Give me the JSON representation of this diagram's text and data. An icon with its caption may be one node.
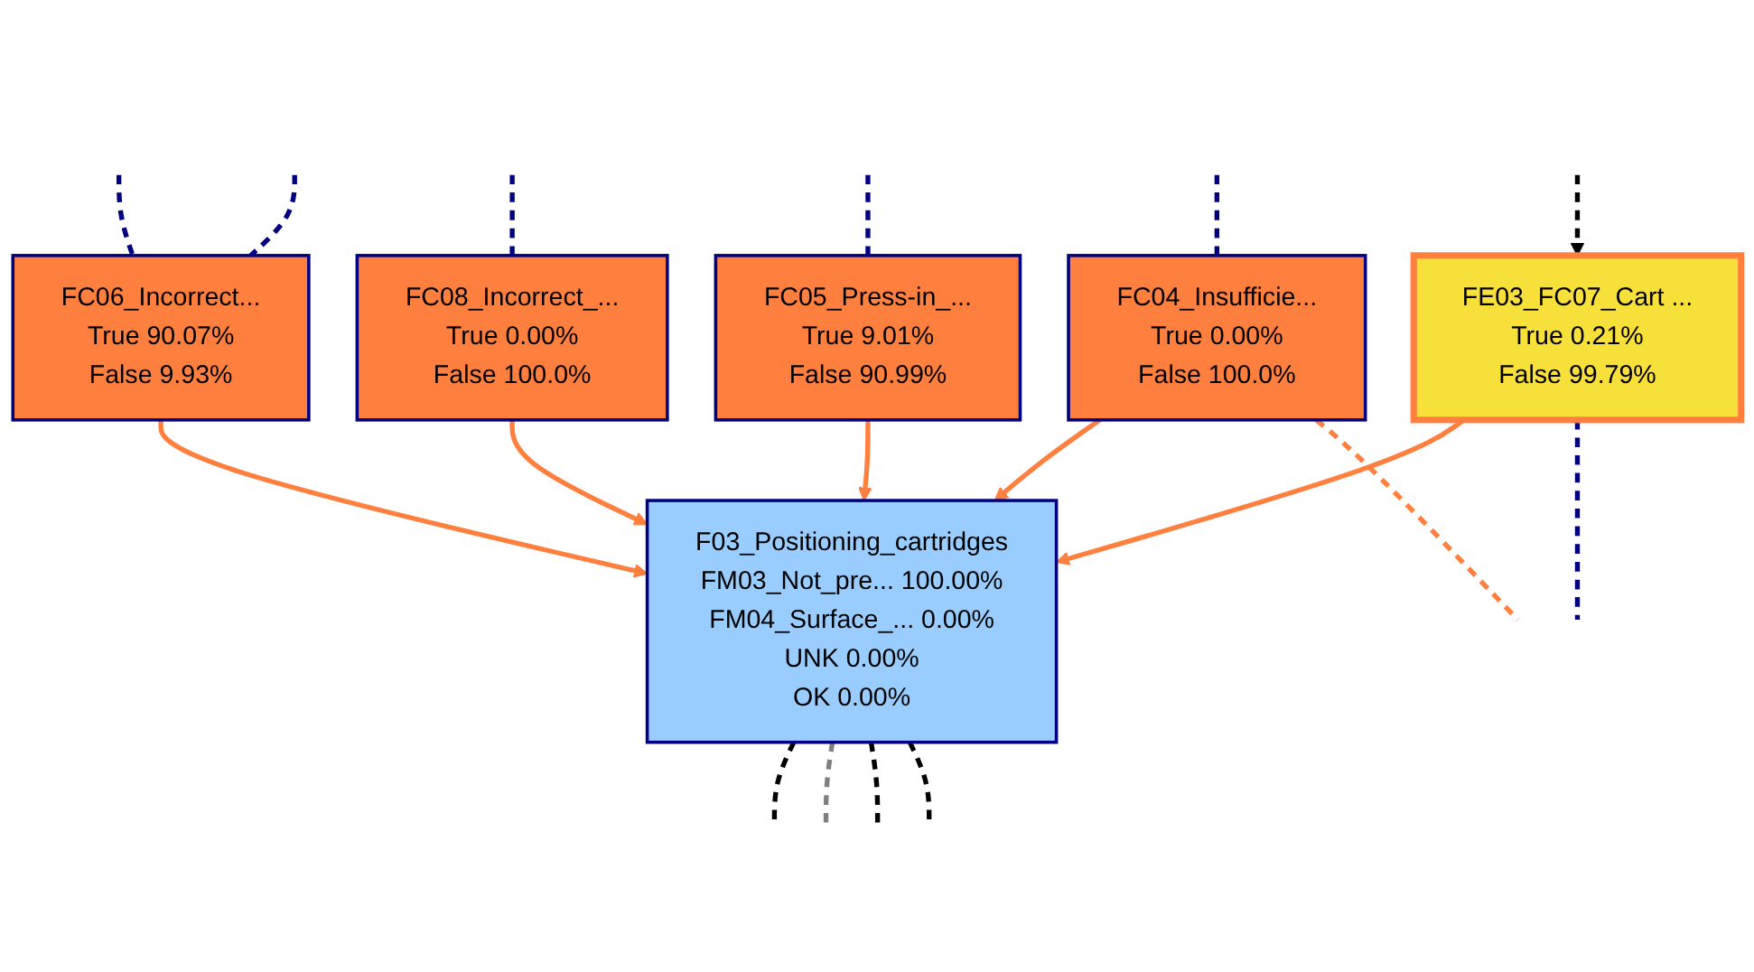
{
  "diagram": {
    "nodes": [
      {
        "text": [
          "FC06_Incorrect...",
          "True 90.07%",
          "False 9.93%"
        ]
      },
      {
        "text": [
          "FC08_Incorrect_...",
          "True 0.00%",
          "False 100.0%"
        ]
      },
      {
        "text": [
          "FC04_Insufficie...",
          "True 0.00%",
          "False 100.0%"
        ]
      },
      {
        "text": [
          "FC05_Press-in_...",
          "True 9.01%",
          "False 90.99%"
        ]
      },
      {
        "text": [
          "FE03_FC07_Cart ...",
          "True 0.21%",
          "False 99.79%"
        ]
      },
      {
        "text": [
          "F03_Positioning_cartridges",
          "FM03_Not_pre... 100.00%",
          "FM04_Surface_... 0.00%",
          "UNK 0.00%",
          "OK 0.00%"
        ]
      }
    ],
    "edges": [
      {
        "from": 0,
        "to": 5,
        "arrow": "to",
        "color": "#ff7f3f"
      },
      {
        "from": 1,
        "to": 5,
        "arrow": "to",
        "color": "#ff7f3f"
      },
      {
        "from": 2,
        "to": 5,
        "arrow": "to",
        "color": "#ff7f3f"
      },
      {
        "from": 3,
        "to": 5,
        "arrow": "to",
        "color": "#ff7f3f"
      },
      {
        "from": 4,
        "to": 5,
        "arrow": "to",
        "color": "#ff7f3f"
      },
      {
        "from": null,
        "to": 0,
        "arrow": "none",
        "style": "dashed",
        "color": "#000080"
      },
      {
        "from": null,
        "to": 0,
        "arrow": "none",
        "style": "dashed",
        "color": "#000080"
      },
      {
        "from": null,
        "to": 1,
        "arrow": "none",
        "style": "dashed",
        "color": "#000080"
      },
      {
        "from": null,
        "to": 2,
        "arrow": "none",
        "style": "dashed",
        "color": "#000080"
      },
      {
        "from": 2,
        "to": null,
        "arrow": "none",
        "style": "dashed",
        "color": "#ff7f3f"
      },
      {
        "from": null,
        "to": 3,
        "arrow": "none",
        "style": "dashed",
        "color": "#000080"
      },
      {
        "from": null,
        "to": 4,
        "arrow": "to",
        "style": "dashed",
        "color": "#000000"
      },
      {
        "from": 4,
        "to": null,
        "arrow": "none",
        "style": "dashed",
        "color": "#000080"
      },
      {
        "from": 5,
        "to": null,
        "arrow": "none",
        "style": "dashed",
        "color": "#000000"
      },
      {
        "from": 5,
        "to": null,
        "arrow": "none",
        "style": "dashed",
        "color": "#808080"
      },
      {
        "from": 5,
        "to": null,
        "arrow": "none",
        "style": "dashed",
        "color": "#000000"
      },
      {
        "from": 5,
        "to": null,
        "arrow": "none",
        "style": "dashed",
        "color": "#000000"
      }
    ]
  }
}
